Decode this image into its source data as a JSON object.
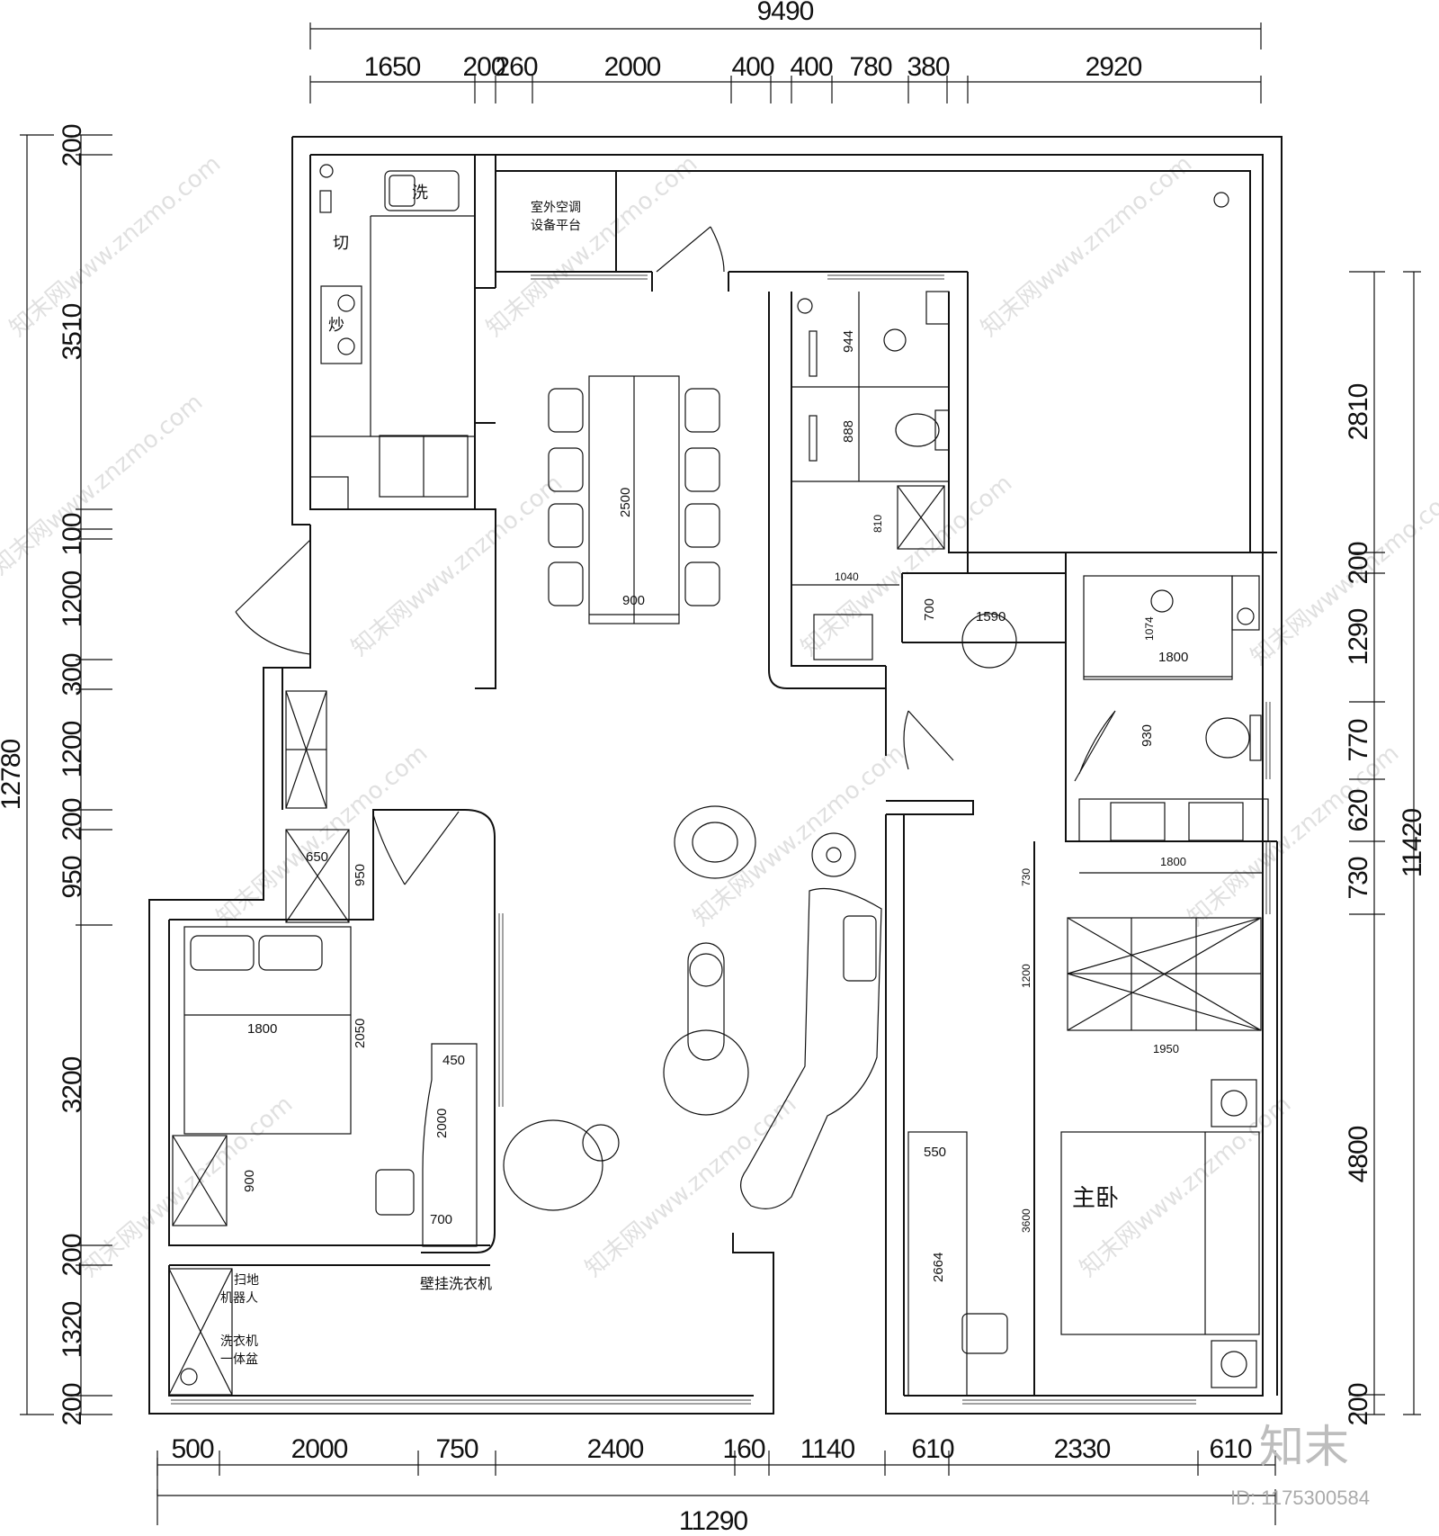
{
  "dimensions": {
    "top_total": "9490",
    "top_segments": [
      "1650",
      "200",
      "260",
      "2000",
      "400",
      "400",
      "780",
      "380",
      "2920"
    ],
    "bottom_total": "11290",
    "bottom_segments": [
      "500",
      "2000",
      "750",
      "2400",
      "160",
      "1140",
      "610",
      "2330",
      "610"
    ],
    "left_total": "12780",
    "left_segments": [
      "200",
      "3510",
      "100",
      "1200",
      "300",
      "1200",
      "200",
      "950",
      "3200",
      "200",
      "1320",
      "200"
    ],
    "right_total": "11420",
    "right_segments": [
      "2810",
      "200",
      "1290",
      "770",
      "620",
      "730",
      "4800",
      "200"
    ]
  },
  "inner_dimensions": {
    "dining_table_length": "2500",
    "dining_table_width": "900",
    "bath1_upper": "944",
    "bath1_lower": "888",
    "cabinet_810": "810",
    "cabinet_1040": "1040",
    "corridor_700": "700",
    "corridor_1590": "1590",
    "master_bath_1074": "1074",
    "master_bath_1800a": "1800",
    "master_bath_930": "930",
    "master_vanity_1800": "1800",
    "master_730": "730",
    "master_1200": "1200",
    "master_wardrobe_1950": "1950",
    "master_3600": "3600",
    "master_550": "550",
    "master_2664": "2664",
    "br2_650": "650",
    "br2_950": "950",
    "br2_bed_1800": "1800",
    "br2_2050": "2050",
    "br2_450": "450",
    "br2_2000": "2000",
    "br2_700": "700",
    "br2_900": "900"
  },
  "labels": {
    "kitchen_wash": "洗",
    "kitchen_cut": "切",
    "kitchen_fry": "炒",
    "ac_platform_line1": "室外空调",
    "ac_platform_line2": "设备平台",
    "master_bedroom": "主卧",
    "wall_washer": "壁挂洗衣机",
    "robot_line1": "扫地",
    "robot_line2": "机器人",
    "washer_basin_line1": "洗衣机",
    "washer_basin_line2": "一体盆"
  },
  "watermark": {
    "text": "知末网www.znzmo.com",
    "brand": "知末",
    "id": "ID: 1175300584"
  },
  "colors": {
    "line": "#111111",
    "watermark": "#c8c8c8",
    "background": "#ffffff"
  }
}
